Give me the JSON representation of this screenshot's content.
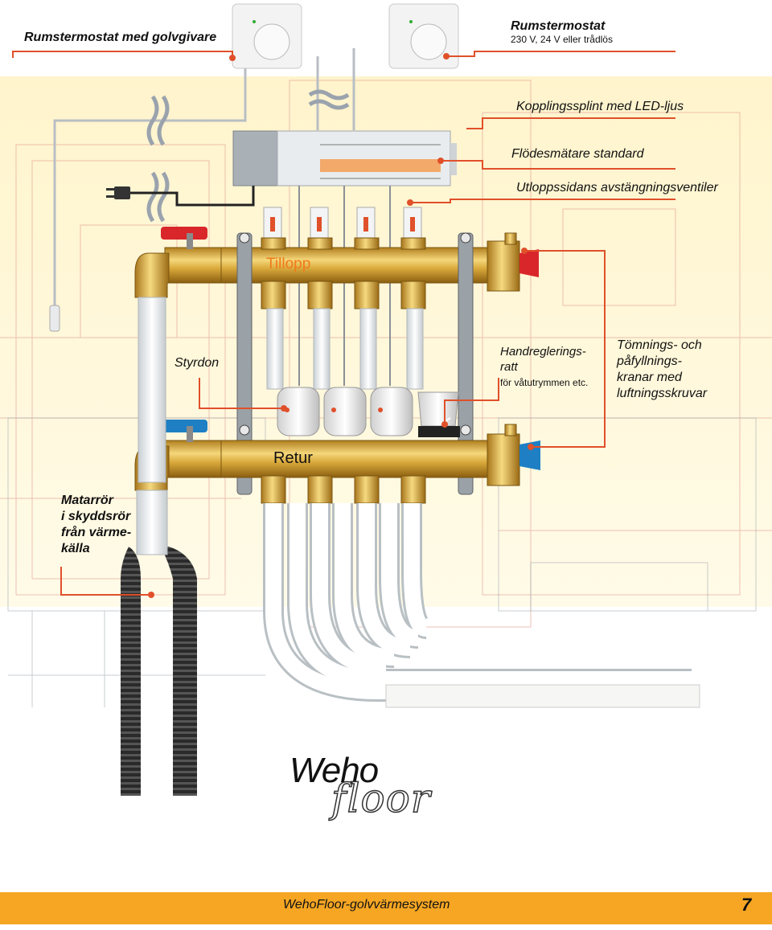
{
  "labels": {
    "thermostat_floor_sensor": "Rumstermostat med golvgivare",
    "thermostat_title": "Rumstermostat",
    "thermostat_sub": "230 V, 24 V eller trådlös",
    "wiring_centre": "Kopplingssplint med LED-ljus",
    "flow_meter": "Flödesmätare standard",
    "outlet_valves": "Utloppssidans avstängningsventiler",
    "supply": "Tillopp",
    "actuator": "Styrdon",
    "hand_knob_1": "Handreglerings-",
    "hand_knob_2": "ratt",
    "hand_knob_3": "för våtutrymmen etc.",
    "drain_1": "Tömnings- och",
    "drain_2": "påfyllnings-",
    "drain_3": "kranar med",
    "drain_4": "luftningsskruvar",
    "return": "Retur",
    "feed_1": "Matarrör",
    "feed_2": "i skyddsrör",
    "feed_3": "från värme-",
    "feed_4": "källa"
  },
  "logo": {
    "part1": "Weho",
    "part2": "floor"
  },
  "footer": {
    "title": "WehoFloor-golvvärmesystem",
    "page": "7"
  },
  "colors": {
    "leader": "#e0502a",
    "brass": "#d8a83a",
    "red_handle": "#d8262a",
    "blue_handle": "#1e7fc4",
    "footer_bar": "#f6a623",
    "supply_text": "#f07a1a"
  }
}
